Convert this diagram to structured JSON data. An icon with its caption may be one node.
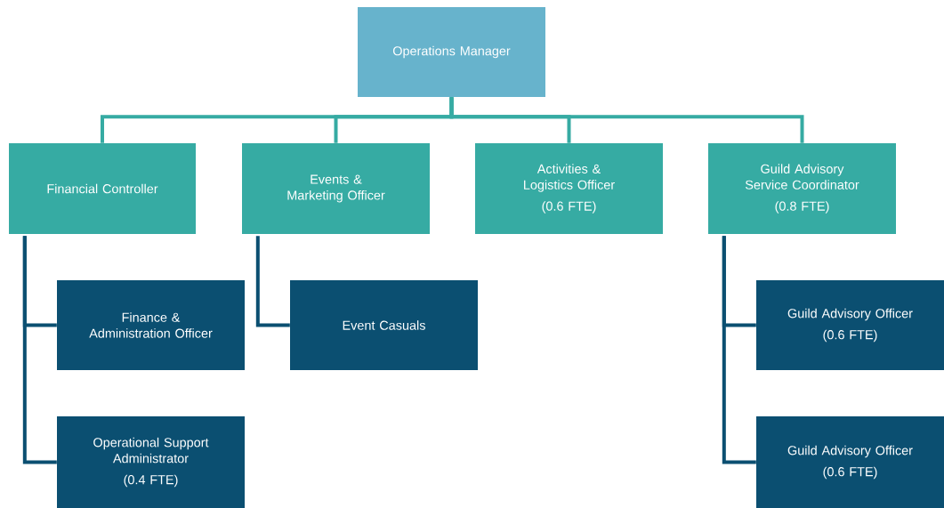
{
  "diagram": {
    "nodes": [
      {
        "text": [
          "Operations Manager"
        ]
      },
      {
        "text": [
          "Financial Controller"
        ]
      },
      {
        "text": [
          "Events & Marketing Officer"
        ]
      },
      {
        "text": [
          "Activities & Logistics Officer",
          "(0.6 FTE)"
        ]
      },
      {
        "text": [
          "Guild Advisory Service Coordinator",
          "(0.8 FTE)"
        ]
      },
      {
        "text": [
          "Finance & Administration Officer"
        ]
      },
      {
        "text": [
          "Operational Support Administrator",
          "(0.4 FTE)"
        ]
      },
      {
        "text": [
          "Event Casuals"
        ]
      },
      {
        "text": [
          "Guild Advisory Officer",
          "(0.6 FTE)"
        ]
      },
      {
        "text": [
          "Guild Advisory Officer",
          "(0.6 FTE)"
        ]
      }
    ],
    "edges": [
      {
        "from": 0,
        "to": 1,
        "arrow": "none",
        "color": "#36aba3"
      },
      {
        "from": 0,
        "to": 2,
        "arrow": "none",
        "color": "#36aba3"
      },
      {
        "from": 0,
        "to": 3,
        "arrow": "none",
        "color": "#36aba3"
      },
      {
        "from": 0,
        "to": 4,
        "arrow": "none",
        "color": "#36aba3"
      },
      {
        "from": 1,
        "to": 5,
        "arrow": "none"
      },
      {
        "from": 1,
        "to": 6,
        "arrow": "none"
      },
      {
        "from": 2,
        "to": 7,
        "arrow": "none"
      },
      {
        "from": 4,
        "to": 8,
        "arrow": "none"
      },
      {
        "from": 4,
        "to": 9,
        "arrow": "none"
      }
    ]
  }
}
